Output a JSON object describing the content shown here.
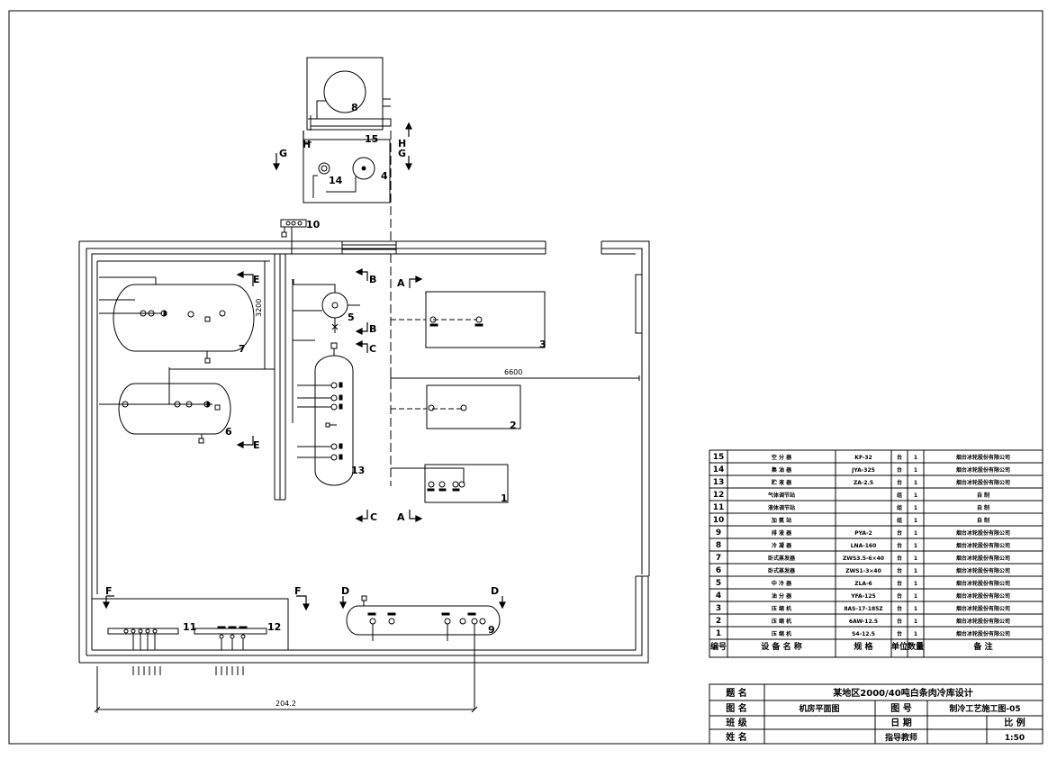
{
  "drawing": {
    "dimensions": {
      "width_total": "6600",
      "height_left": "3200",
      "bottom": "204.2"
    },
    "equipment_tags": [
      "1",
      "2",
      "3",
      "4",
      "5",
      "6",
      "7",
      "8",
      "9",
      "10",
      "11",
      "12",
      "13",
      "14",
      "15"
    ],
    "section_marks": {
      "a": "A",
      "b": "B",
      "c": "C",
      "d": "D",
      "e": "E",
      "f": "F",
      "g": "G",
      "h": "H"
    }
  },
  "bom": {
    "headers": {
      "no": "编号",
      "name": "设 备 名 称",
      "spec": "规 格",
      "unit": "单位",
      "qty": "数量",
      "note": "备 注"
    },
    "rows": [
      {
        "no": "15",
        "name": "空 分 器",
        "spec": "KF-32",
        "unit": "台",
        "qty": "1",
        "note": "烟台冰轮股份有限公司"
      },
      {
        "no": "14",
        "name": "集 油 器",
        "spec": "JYA-325",
        "unit": "台",
        "qty": "1",
        "note": "烟台冰轮股份有限公司"
      },
      {
        "no": "13",
        "name": "贮 液 器",
        "spec": "ZA-2.5",
        "unit": "台",
        "qty": "1",
        "note": "烟台冰轮股份有限公司"
      },
      {
        "no": "12",
        "name": "气体调节站",
        "spec": "",
        "unit": "组",
        "qty": "1",
        "note": "自 制"
      },
      {
        "no": "11",
        "name": "液体调节站",
        "spec": "",
        "unit": "组",
        "qty": "1",
        "note": "自 制"
      },
      {
        "no": "10",
        "name": "加 氨 站",
        "spec": "",
        "unit": "组",
        "qty": "1",
        "note": "自 制"
      },
      {
        "no": "9",
        "name": "排 液 器",
        "spec": "PYA-2",
        "unit": "台",
        "qty": "1",
        "note": "烟台冰轮股份有限公司"
      },
      {
        "no": "8",
        "name": "冷 凝 器",
        "spec": "LNA-160",
        "unit": "台",
        "qty": "1",
        "note": "烟台冰轮股份有限公司"
      },
      {
        "no": "7",
        "name": "卧式蒸发器",
        "spec": "ZWS3.5-6×40",
        "unit": "台",
        "qty": "1",
        "note": "烟台冰轮股份有限公司"
      },
      {
        "no": "6",
        "name": "卧式蒸发器",
        "spec": "ZWS1-3×40",
        "unit": "台",
        "qty": "1",
        "note": "烟台冰轮股份有限公司"
      },
      {
        "no": "5",
        "name": "中 冷 器",
        "spec": "ZLA-6",
        "unit": "台",
        "qty": "1",
        "note": "烟台冰轮股份有限公司"
      },
      {
        "no": "4",
        "name": "油 分 器",
        "spec": "YFA-125",
        "unit": "台",
        "qty": "1",
        "note": "烟台冰轮股份有限公司"
      },
      {
        "no": "3",
        "name": "压 缩 机",
        "spec": "8AS-17-185Z",
        "unit": "台",
        "qty": "1",
        "note": "烟台冰轮股份有限公司"
      },
      {
        "no": "2",
        "name": "压 缩 机",
        "spec": "6AW-12.5",
        "unit": "台",
        "qty": "1",
        "note": "烟台冰轮股份有限公司"
      },
      {
        "no": "1",
        "name": "压 缩 机",
        "spec": "S4-12.5",
        "unit": "台",
        "qty": "1",
        "note": "烟台冰轮股份有限公司"
      }
    ]
  },
  "title_block": {
    "topic_label": "题 名",
    "topic": "某地区2000/40吨白条肉冷库设计",
    "drawing_name_label": "图 名",
    "drawing_name": "机房平面图",
    "drawing_no_label": "图 号",
    "drawing_no": "制冷工艺施工图-05",
    "class_label": "班 级",
    "date_label": "日 期",
    "scale_label": "比 例",
    "name_label": "姓 名",
    "advisor_label": "指导教师",
    "scale": "1:50"
  }
}
